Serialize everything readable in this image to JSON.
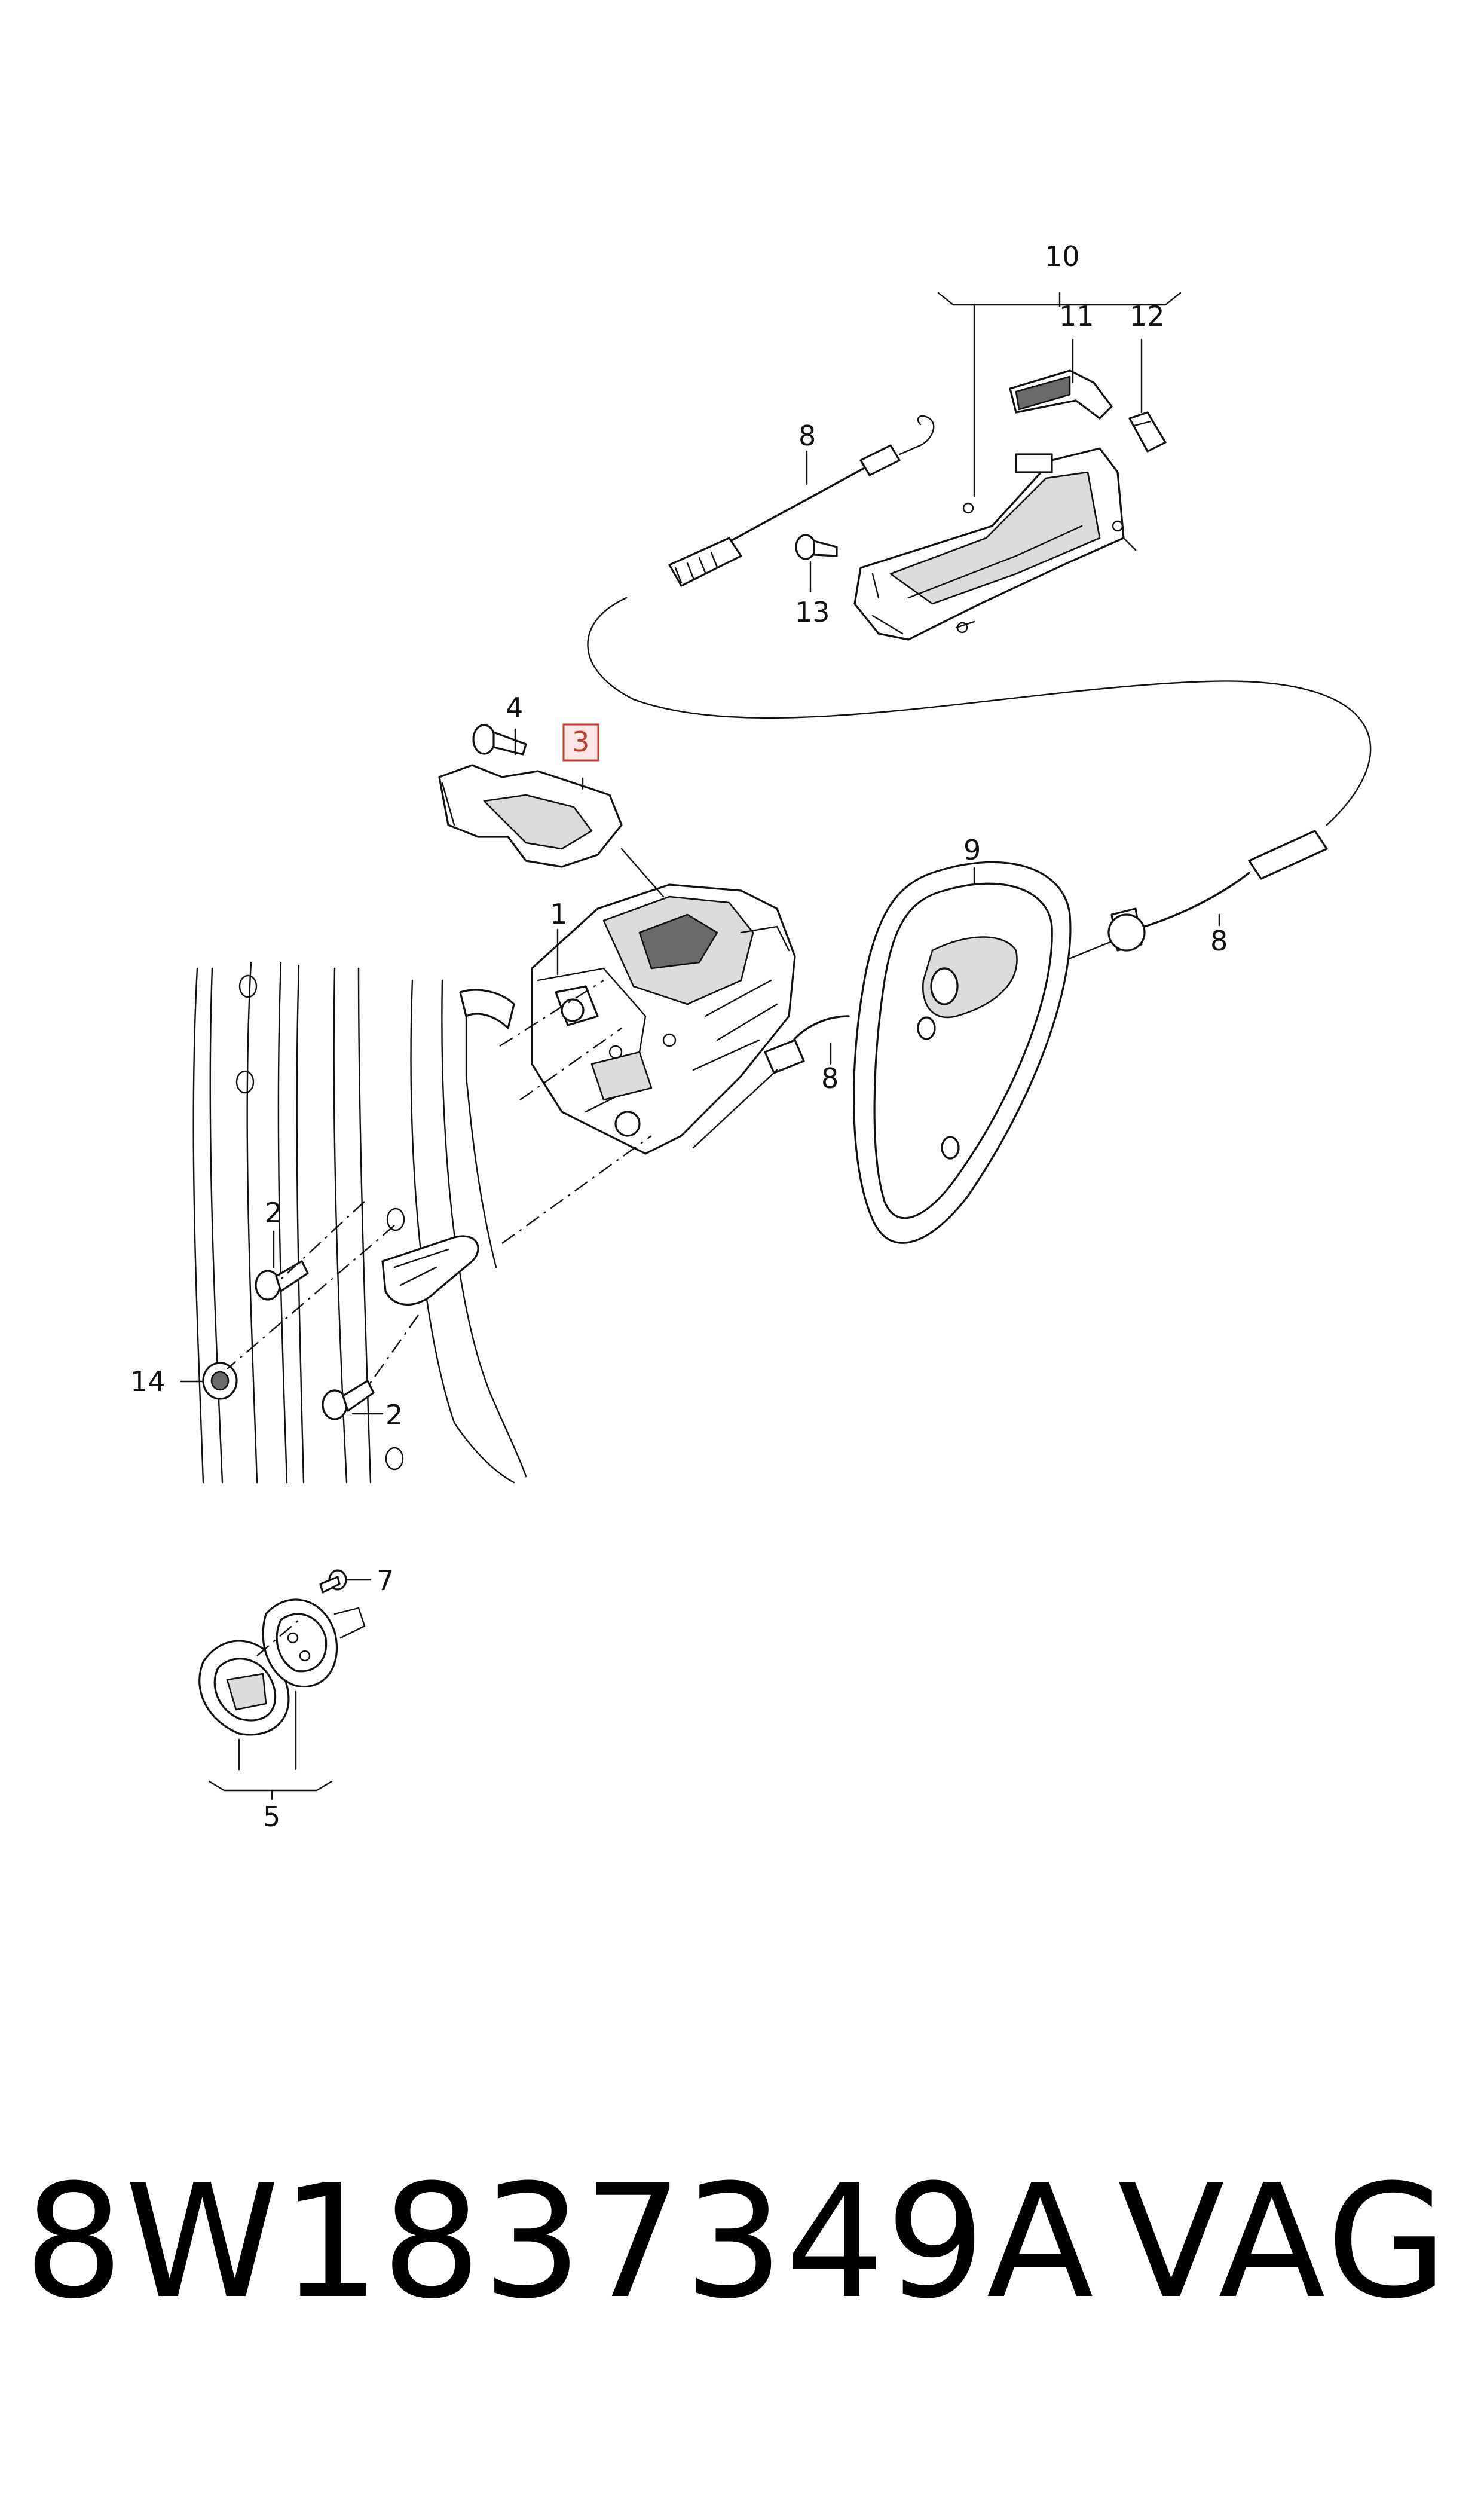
{
  "diagram": {
    "callouts": [
      {
        "id": "1",
        "text": "1"
      },
      {
        "id": "2a",
        "text": "2"
      },
      {
        "id": "2b",
        "text": "2"
      },
      {
        "id": "3",
        "text": "3",
        "highlighted": true
      },
      {
        "id": "4",
        "text": "4"
      },
      {
        "id": "5",
        "text": "5"
      },
      {
        "id": "7",
        "text": "7"
      },
      {
        "id": "8a",
        "text": "8"
      },
      {
        "id": "8b",
        "text": "8"
      },
      {
        "id": "8c",
        "text": "8"
      },
      {
        "id": "9",
        "text": "9"
      },
      {
        "id": "10",
        "text": "10"
      },
      {
        "id": "11",
        "text": "11"
      },
      {
        "id": "12",
        "text": "12"
      },
      {
        "id": "13",
        "text": "13"
      },
      {
        "id": "14",
        "text": "14"
      }
    ],
    "highlight_color": "#c0392b",
    "highlight_fill": "#fde7e7"
  },
  "footer": {
    "part_number": "8W1837349A",
    "brand": "VAG"
  }
}
